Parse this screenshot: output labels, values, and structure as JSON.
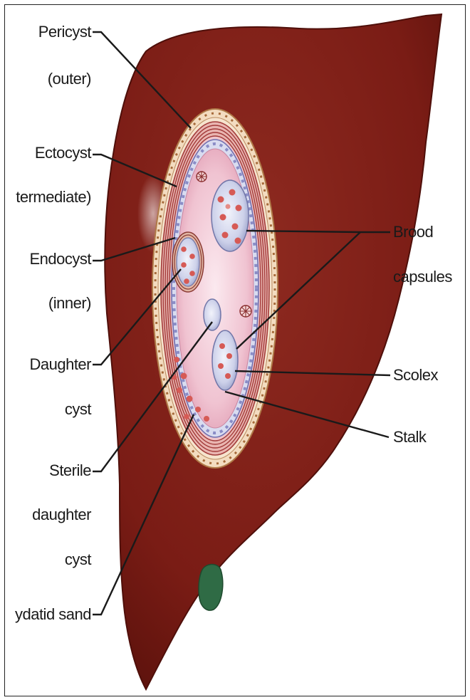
{
  "labels": {
    "pericyst_1": "Pericyst",
    "pericyst_2": "(outer)",
    "ectocyst_1": "Ectocyst",
    "ectocyst_2": "termediate)",
    "endocyst_1": "Endocyst",
    "endocyst_2": "(inner)",
    "daughter_1": "Daughter",
    "daughter_2": "cyst",
    "sterile_1": "Sterile",
    "sterile_2": "daughter",
    "sterile_3": "cyst",
    "sand": "ydatid sand",
    "brood_1": "Brood",
    "brood_2": "capsules",
    "scolex": "Scolex",
    "stalk": "Stalk"
  },
  "colors": {
    "liver": "#7e1d16",
    "liver_dark": "#5e120d",
    "gallbladder": "#2f6b45",
    "cyst_fluid": "#f2c9d6",
    "capsule": "#cfd4ea",
    "protoscolex": "#d65a55"
  }
}
